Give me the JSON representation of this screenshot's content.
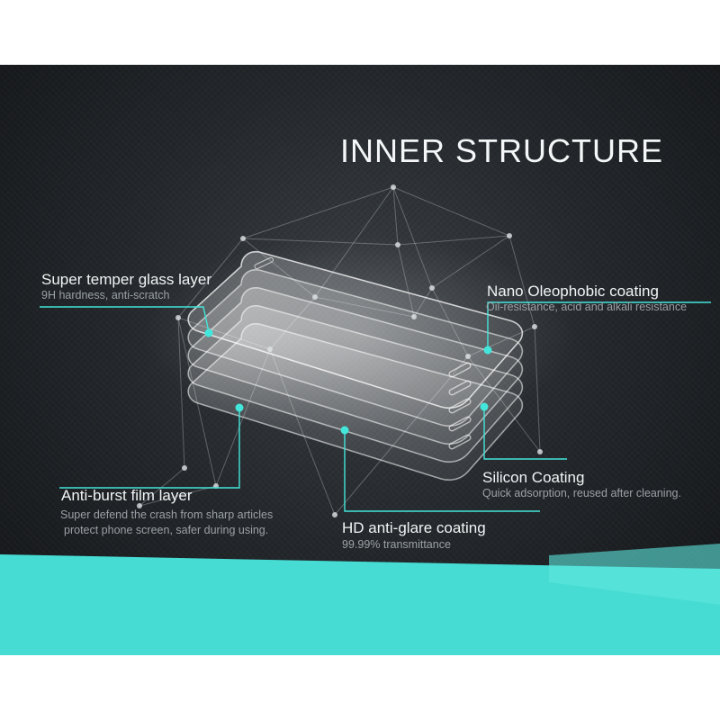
{
  "title": "INNER STRUCTURE",
  "layers": {
    "super_temper": {
      "label": "Super temper glass layer",
      "desc": "9H hardness, anti-scratch"
    },
    "nano": {
      "label": "Nano Oleophobic coating",
      "desc": "Oil-resistance, acid and alkali resistance"
    },
    "silicon": {
      "label": "Silicon Coating",
      "desc": "Quick adsorption, reused after cleaning."
    },
    "anti_burst": {
      "label": "Anti-burst film layer",
      "desc_line1": "Super defend the crash from sharp articles",
      "desc_line2": "protect phone screen, safer during using."
    },
    "hd": {
      "label": "HD anti-glare coating",
      "desc": "99.99% transmittance"
    }
  },
  "colors": {
    "accent": "#43e6da",
    "banner": "#46dbd3",
    "background": "#1c1f22"
  }
}
